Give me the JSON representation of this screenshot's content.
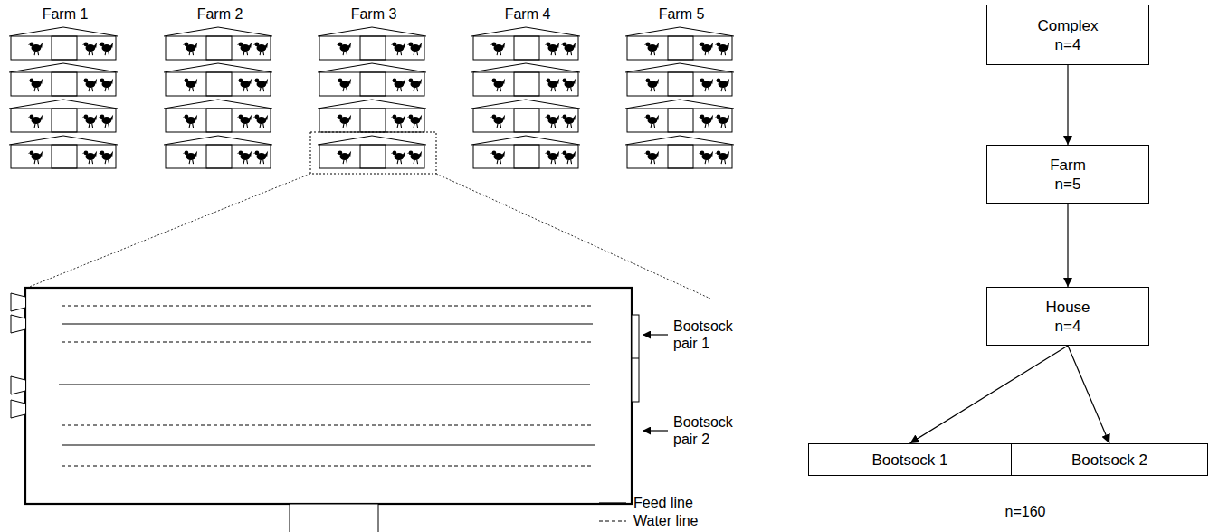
{
  "diagram": {
    "nodes": [
      {
        "text": [
          "Complex",
          "n=4"
        ]
      },
      {
        "text": [
          "Farm",
          "n=5"
        ]
      },
      {
        "text": [
          "House",
          "n=4"
        ]
      },
      {
        "text": [
          "Bootsock 1"
        ]
      },
      {
        "text": [
          "Bootsock 2"
        ]
      }
    ],
    "edges": [
      {
        "from": 0,
        "to": 1,
        "arrow": "to"
      },
      {
        "from": 1,
        "to": 2,
        "arrow": "to"
      },
      {
        "from": 2,
        "to": 3,
        "arrow": "to"
      },
      {
        "from": 2,
        "to": 4,
        "arrow": "to"
      }
    ],
    "labels": [
      "Farm 1",
      "Farm 2",
      "Farm 3",
      "Farm 4",
      "Farm 5",
      "Bootsock pair 1",
      "Bootsock pair 2",
      "n=160"
    ],
    "legend": [
      {
        "text": "Feed line"
      },
      {
        "text": "Water line"
      }
    ]
  }
}
